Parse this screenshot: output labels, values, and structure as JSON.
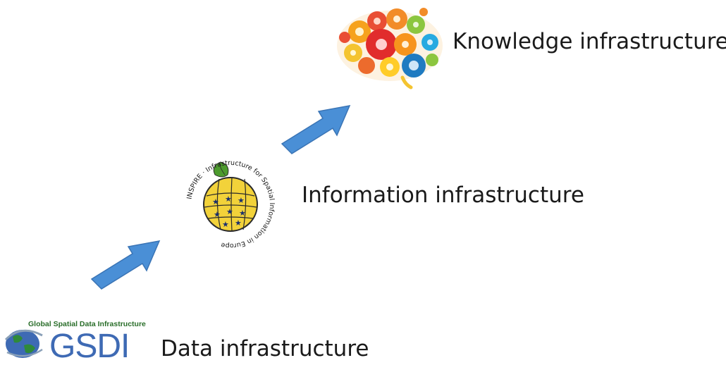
{
  "levels": [
    {
      "label": "Knowledge infrastructure",
      "icon": "brain-gears-icon"
    },
    {
      "label": "Information infrastructure",
      "icon": "inspire-logo"
    },
    {
      "label": "Data infrastructure",
      "icon": "gsdi-logo"
    }
  ],
  "logos": {
    "inspire": {
      "text": "INSPIRE · Infrastructure for Spatial Information in Europe"
    },
    "gsdi": {
      "tagline": "Global Spatial Data Infrastructure",
      "wordmark": "GSDI"
    }
  },
  "colors": {
    "arrow_fill": "#4a8fd6",
    "arrow_stroke": "#3a74b5",
    "text": "#1a1a1a",
    "gsdi_blue": "#3e6ab4",
    "gsdi_green": "#2a6e2a",
    "inspire_yellow": "#f2d23a",
    "inspire_green": "#4d9b2e"
  }
}
